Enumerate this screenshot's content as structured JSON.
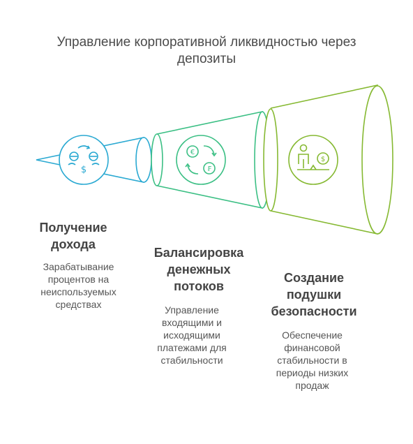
{
  "title": "Управление корпоративной ликвидностью через\nдепозиты",
  "colors": {
    "stage1": "#2aa9d2",
    "stage2": "#3bbf84",
    "stage3": "#86b932"
  },
  "stages": [
    {
      "heading": "Получение\nдохода",
      "description": "Зарабатывание\nпроцентов на\nнеиспользуемых\nсредствах",
      "icon": "money-exchange-icon"
    },
    {
      "heading": "Балансировка\nденежных\nпотоков",
      "description": "Управление\nвходящими и\nисходящими\nплатежами для\nстабильности",
      "icon": "currency-cycle-icon"
    },
    {
      "heading": "Создание\nподушки\nбезопасности",
      "description": "Обеспечение\nфинансовой\nстабильности в\nпериоды низких\nпродаж",
      "icon": "person-money-balance-icon"
    }
  ]
}
